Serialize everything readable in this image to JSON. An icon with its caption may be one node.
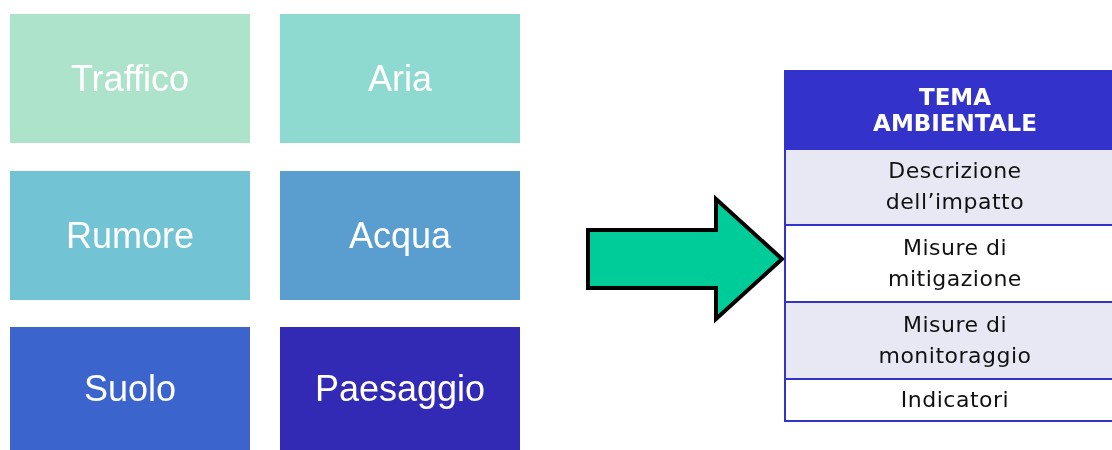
{
  "diagram": {
    "nodes": [
      {
        "text": [
          "Traffico"
        ]
      },
      {
        "text": [
          "Aria"
        ]
      },
      {
        "text": [
          "Rumore"
        ]
      },
      {
        "text": [
          "Acqua"
        ]
      },
      {
        "text": [
          "Suolo"
        ]
      },
      {
        "text": [
          "Paesaggio"
        ]
      },
      {
        "text": [
          "TEMA AMBIENTALE"
        ]
      },
      {
        "text": [
          "Descrizione dell’impatto"
        ],
        "in": 6
      },
      {
        "text": [
          "Misure di mitigazione"
        ],
        "in": 6
      },
      {
        "text": [
          "Misure di monitoraggio"
        ],
        "in": 6
      },
      {
        "text": [
          "Indicatori"
        ],
        "in": 6
      }
    ],
    "edges": [
      {
        "from": null,
        "to": 6,
        "arrow": "to",
        "style": "thick",
        "color": "#00cc99"
      }
    ]
  }
}
